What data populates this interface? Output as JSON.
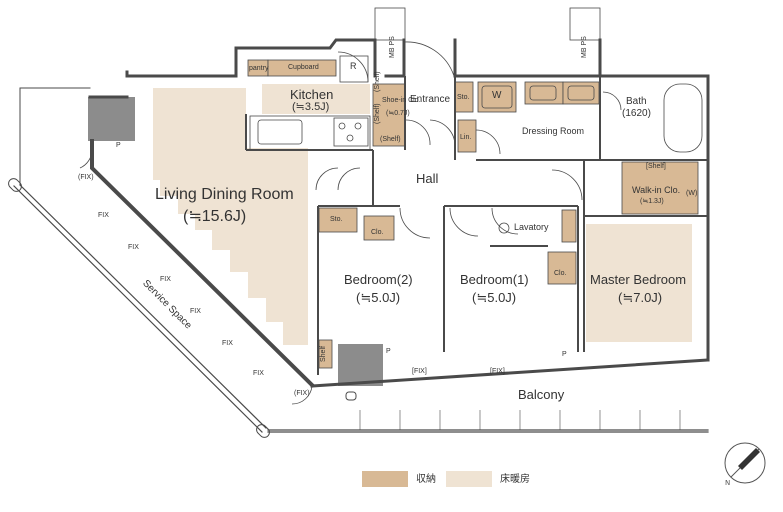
{
  "rooms": {
    "ldr": {
      "name": "Living Dining Room",
      "size": "(≒15.6J)"
    },
    "kitchen": {
      "name": "Kitchen",
      "size": "(≒3.5J)"
    },
    "bed2": {
      "name": "Bedroom(2)",
      "size": "(≒5.0J)"
    },
    "bed1": {
      "name": "Bedroom(1)",
      "size": "(≒5.0J)"
    },
    "master": {
      "name": "Master Bedroom",
      "size": "(≒7.0J)"
    },
    "walkin": {
      "name": "Walk-in Clo.",
      "size": "(≒1.3J)"
    },
    "shoein": {
      "name": "Shoe-in Clo.",
      "size": "(≒0.7J)"
    },
    "bath": {
      "name": "Bath",
      "size": "(1620)"
    }
  },
  "labels": {
    "pantry": "pantry",
    "cupboard": "Cupboard",
    "r": "R",
    "entrance": "Entrance",
    "sto1": "Sto.",
    "sto2": "Sto.",
    "w": "W",
    "dressing": "Dressing Room",
    "lin": "Lin.",
    "hall": "Hall",
    "lavatory": "Lavatory",
    "clo1": "Clo.",
    "clo2": "Clo.",
    "shelf_wic": "[Shelf]",
    "wic_w": "(W)",
    "shelf_k1": "(Shelf)",
    "shelf_k2": "(Shelf)",
    "shelf_k3": "(Shelf)",
    "shelf_b": "Shelf",
    "p1": "P",
    "p2": "P",
    "p3": "P",
    "balcony": "Balcony",
    "service": "Service Space",
    "mbps1": "MB PS",
    "mbps2": "MB PS",
    "fix_p1": "(FIX)",
    "fix_p2": "(FIX)",
    "fix_b1": "[FIX]",
    "fix_b2": "[FIX]",
    "fix1": "FIX",
    "fix2": "FIX",
    "fix3": "FIX",
    "fix4": "FIX",
    "fix5": "FIX",
    "fix6": "FIX"
  },
  "legend": {
    "storage_label": "収納",
    "floor_heating_label": "床暖房",
    "storage_color": "#d8b995",
    "floor_heating_color": "#efe3d3"
  },
  "colors": {
    "wall": "#4a4a4a",
    "storage": "#d8b995",
    "heating": "#efe3d3",
    "pillar": "#8c8c8c"
  }
}
